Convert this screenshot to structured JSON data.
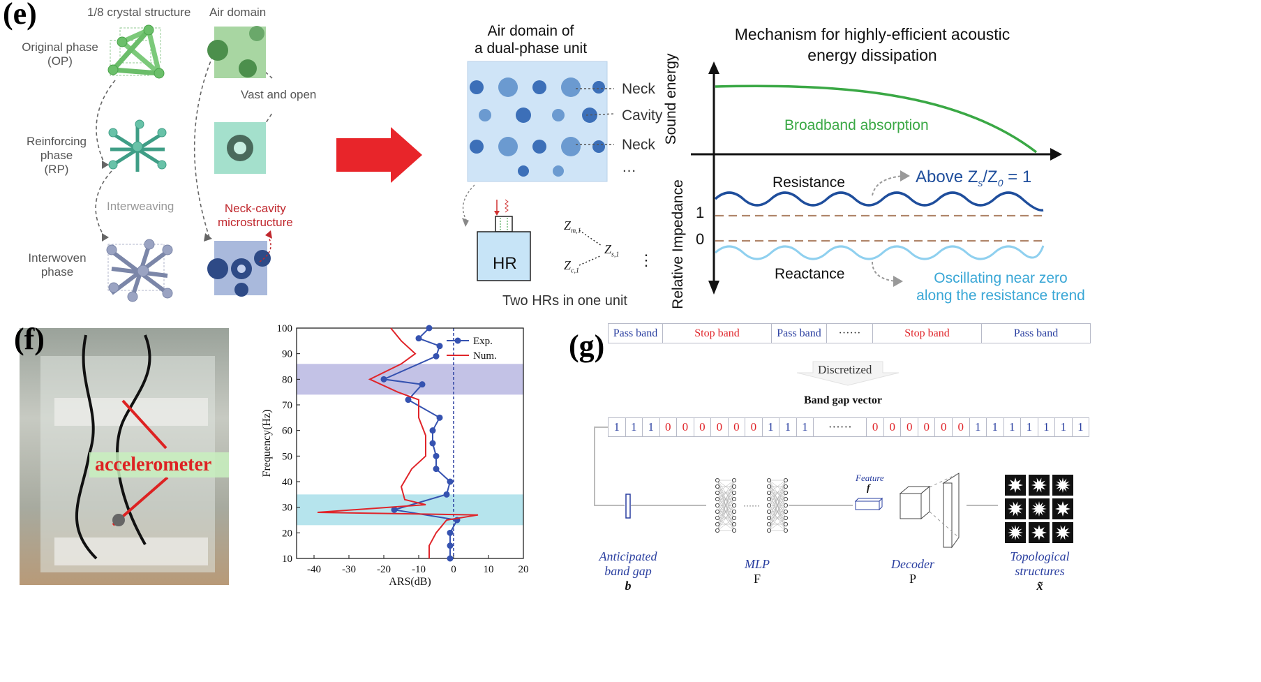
{
  "panel_e": {
    "label": "(e)",
    "col1_title": "1/8 crystal structure",
    "col2_title": "Air domain",
    "op_label": [
      "Original phase",
      "(OP)"
    ],
    "rp_label": [
      "Reinforcing",
      "phase",
      "(RP)"
    ],
    "interweaving": "Interweaving",
    "iw_label": [
      "Interwoven",
      "phase"
    ],
    "vast_open": "Vast and open",
    "neck_cavity": [
      "Neck-cavity",
      "microstructure"
    ],
    "dual_title": [
      "Air domain of",
      "a dual-phase unit"
    ],
    "dual_callouts": [
      "Neck",
      "Cavity",
      "Neck",
      "…"
    ],
    "hr_label": "HR",
    "zm": "Z",
    "zm_sub": "m,1",
    "zc": "Z",
    "zc_sub": "c,1",
    "zs": "Z",
    "zs_sub": "s,1",
    "zdots": "⋮",
    "two_hrs": "Two HRs in one unit",
    "mech_title": [
      "Mechanism for highly-efficient acoustic",
      "energy dissipation"
    ],
    "sound_energy": "Sound energy",
    "broadband": "Broadband absorption",
    "rel_imp": "Relative Impedance",
    "resistance": "Resistance",
    "above": "Above Z",
    "above_s": "s",
    "above_slash": "/Z",
    "above_0": "0",
    "above_end": " = 1",
    "tick_1": "1",
    "tick_0": "0",
    "reactance": "Reactance",
    "oscillating": [
      "Oscillating near zero",
      "along the resistance trend"
    ],
    "colors": {
      "green": "#3aa845",
      "blue": "#1f4e9c",
      "light_blue": "#8fd0ef",
      "red_arrow": "#e8252a",
      "dashed": "#b0856a"
    }
  },
  "panel_f": {
    "label": "(f)",
    "photo_text": "accelerometer",
    "chart_data": {
      "type": "line",
      "xlabel": "ARS(dB)",
      "ylabel": "Frequency(Hz)",
      "xlim": [
        -45,
        20
      ],
      "ylim": [
        10,
        100
      ],
      "xticks": [
        "-40",
        "-30",
        "-20",
        "-10",
        "0",
        "10",
        "20"
      ],
      "yticks": [
        "10",
        "20",
        "30",
        "40",
        "50",
        "60",
        "70",
        "80",
        "90",
        "100"
      ],
      "legend": "top-right",
      "shaded_bands": [
        {
          "from": 74,
          "to": 86,
          "color": "#b9b7e2"
        },
        {
          "from": 23,
          "to": 35,
          "color": "#a9dfea"
        }
      ],
      "series": [
        {
          "name": "Exp.",
          "color": "#3552b0",
          "marker": "circle",
          "points": [
            [
              -7,
              100
            ],
            [
              -10,
              96
            ],
            [
              -4,
              93
            ],
            [
              -5,
              89
            ],
            [
              -20,
              80
            ],
            [
              -9,
              78
            ],
            [
              -13,
              72
            ],
            [
              -4,
              65
            ],
            [
              -6,
              60
            ],
            [
              -6,
              55
            ],
            [
              -5,
              50
            ],
            [
              -5,
              45
            ],
            [
              -1,
              40
            ],
            [
              -2,
              35
            ],
            [
              -17,
              29
            ],
            [
              1,
              25
            ],
            [
              -1,
              20
            ],
            [
              -1,
              15
            ],
            [
              -1,
              10
            ]
          ]
        },
        {
          "name": "Num.",
          "color": "#e0252a",
          "points": [
            [
              -18,
              100
            ],
            [
              -15,
              95
            ],
            [
              -11,
              90
            ],
            [
              -15,
              86
            ],
            [
              -24,
              80
            ],
            [
              -16,
              75
            ],
            [
              -10,
              72
            ],
            [
              -10,
              65
            ],
            [
              -8,
              58
            ],
            [
              -8,
              50
            ],
            [
              -12,
              45
            ],
            [
              -15,
              38
            ],
            [
              -14,
              33
            ],
            [
              -8,
              31
            ],
            [
              -39,
              28
            ],
            [
              7,
              27
            ],
            [
              -2,
              25
            ],
            [
              -5,
              20
            ],
            [
              -7,
              15
            ],
            [
              -7,
              10
            ]
          ]
        }
      ]
    }
  },
  "panel_g": {
    "label": "(g)",
    "bands": [
      {
        "text": "Pass band",
        "color": "#2a3fa0"
      },
      {
        "text": "Stop band",
        "color": "#e0252a"
      },
      {
        "text": "Pass band",
        "color": "#2a3fa0"
      },
      {
        "text": "······",
        "color": "#333333"
      },
      {
        "text": "Stop band",
        "color": "#e0252a"
      },
      {
        "text": "Pass band",
        "color": "#2a3fa0"
      }
    ],
    "discretized": "Discretized",
    "vector_title": "Band gap vector",
    "vector": [
      "1",
      "1",
      "1",
      "0",
      "0",
      "0",
      "0",
      "0",
      "0",
      "1",
      "1",
      "1",
      "······",
      "0",
      "0",
      "0",
      "0",
      "0",
      "0",
      "1",
      "1",
      "1",
      "1",
      "1",
      "1",
      "1"
    ],
    "feature": "Feature",
    "feature_sym": "f",
    "steps": [
      {
        "title": [
          "Anticipated",
          "band gap"
        ],
        "sym": "b"
      },
      {
        "title": [
          "MLP"
        ],
        "sym": "F"
      },
      {
        "title": [
          "Decoder"
        ],
        "sym": "P"
      },
      {
        "title": [
          "Topological",
          "structures"
        ],
        "sym": "x̃"
      }
    ],
    "mlp_dots": "······"
  }
}
